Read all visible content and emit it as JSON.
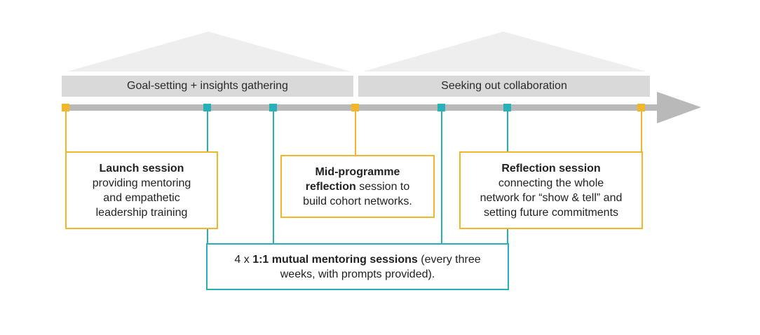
{
  "colors": {
    "timeline": "#b9b9b9",
    "phase_band": "#d9d9d9",
    "roof": "#eeeeee",
    "yellow": "#f2b62a",
    "teal": "#27b0b8"
  },
  "phases": [
    {
      "label": "Goal-setting + insights gathering"
    },
    {
      "label": "Seeking out collaboration"
    }
  ],
  "boxes": {
    "launch": {
      "title": "Launch session",
      "line1": "providing mentoring",
      "line2": "and empathetic",
      "line3": "leadership training"
    },
    "mid": {
      "title1": "Mid-programme",
      "title2": "reflection",
      "rest2": " session to",
      "line3": "build cohort networks."
    },
    "reflection": {
      "title": "Reflection session",
      "line1": "connecting the whole",
      "line2": "network for “show & tell” and",
      "line3": "setting future commitments"
    },
    "mentoring": {
      "prefix": "4 x ",
      "bold": "1:1 mutual mentoring sessions",
      "rest1": " (every three",
      "line2": "weeks, with prompts provided)."
    }
  }
}
